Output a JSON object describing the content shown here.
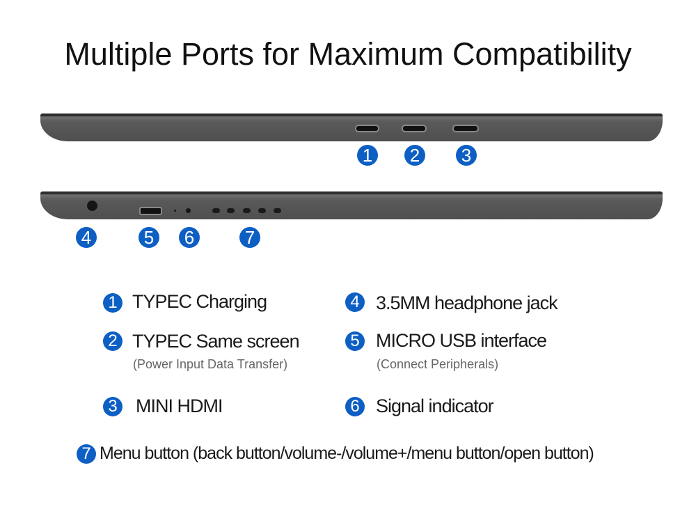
{
  "title": "Multiple Ports for Maximum Compatibility",
  "badges": [
    "1",
    "2",
    "3",
    "4",
    "5",
    "6",
    "7"
  ],
  "legend": [
    {
      "num": "1",
      "label": "TYPEC Charging"
    },
    {
      "num": "2",
      "label": "TYPEC Same screen",
      "sub": "(Power Input Data Transfer)"
    },
    {
      "num": "3",
      "label": "MINI HDMI"
    },
    {
      "num": "4",
      "label": "3.5MM headphone jack"
    },
    {
      "num": "5",
      "label": "MICRO USB interface",
      "sub": "(Connect Peripherals)"
    },
    {
      "num": "6",
      "label": "Signal indicator"
    },
    {
      "num": "7",
      "label": "Menu button (back button/volume-/volume+/menu button/open button)"
    }
  ],
  "colors": {
    "badge": "#0d5fc4",
    "device": "#555555"
  }
}
